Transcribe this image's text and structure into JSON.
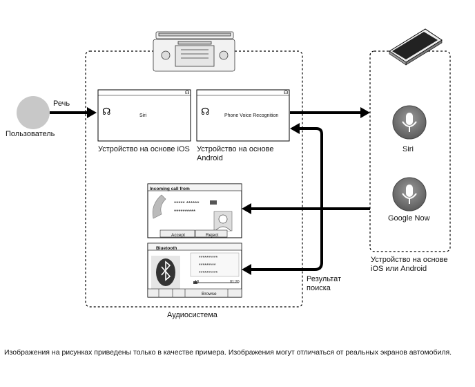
{
  "user": {
    "label": "Пользователь",
    "speech_label": "Речь"
  },
  "screens": {
    "ios": {
      "text": "Siri",
      "caption": "Устройство на основе iOS"
    },
    "android": {
      "text": "Phone Voice Recognition",
      "caption_line1": "Устройство на основе",
      "caption_line2": "Android"
    }
  },
  "incoming_call": {
    "title": "Incoming call from",
    "line1": "***** ******",
    "line2": "**********",
    "accept_label": "Accept",
    "reject_label": "Reject"
  },
  "bluetooth": {
    "title": "Bluetooth",
    "track1": "**********",
    "track2": "*********",
    "track3": "**********",
    "time_start": "18",
    "time_end": "01:26",
    "browse_label": "Browse"
  },
  "assistants": {
    "siri_label": "Siri",
    "google_label": "Google Now"
  },
  "device_caption_line1": "Устройство на основе",
  "device_caption_line2": "iOS или Android",
  "search_result_line1": "Результат",
  "search_result_line2": "поиска",
  "audio_system_label": "Аудиосистема",
  "footer": "Изображения на рисунках приведены только в качестве примера. Изображения могут отличаться от реальных экранов автомобиля.",
  "colors": {
    "arrow": "#000000",
    "mic_grey": "#7a7a7a",
    "user_circle": "#c8c8c8"
  }
}
